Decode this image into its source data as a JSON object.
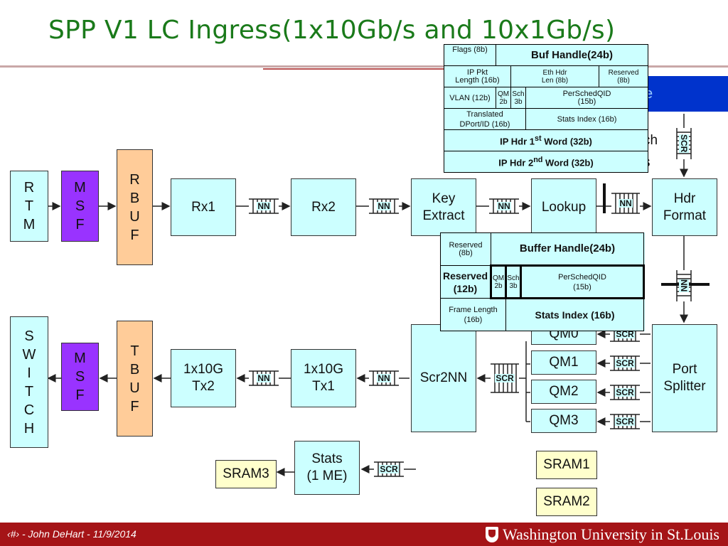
{
  "slide": {
    "title": "SPP V1 LC Ingress(1x10Gb/s and 10x1Gb/s)",
    "footer_left": "‹#› - John DeHart - 11/9/2014",
    "footer_right": "Washington University in St.Louis",
    "colors": {
      "title": "#1a7a1a",
      "footer": "#a51417",
      "block": "#ccffff",
      "msf": "#9933ff",
      "buf": "#ffcc99",
      "sram": "#ffffcc"
    }
  },
  "blocks": {
    "rtm": "R\nT\nM",
    "msf_top": "M\nS\nF",
    "rbuf": "R\nB\nU\nF",
    "rx1": "Rx1",
    "rx2": "Rx2",
    "key_extract": "Key\nExtract",
    "lookup": "Lookup",
    "hdr_format": "Hdr\nFormat",
    "switch": "S\nW\nI\nT\nC\nH",
    "msf_bottom": "M\nS\nF",
    "tbuf": "T\nB\nU\nF",
    "tx2": "1x10G\nTx2",
    "tx1": "1x10G\nTx1",
    "scr2nn": "Scr2NN",
    "qm0": "QM0",
    "qm1": "QM1",
    "qm2": "QM2",
    "qm3": "QM3",
    "port_splitter": "Port\nSplitter",
    "stats": "Stats\n(1 ME)",
    "sram1": "SRAM1",
    "sram2": "SRAM2",
    "sram3": "SRAM3"
  },
  "queues": {
    "nn": "NN",
    "scr": "SCR"
  },
  "hidden_text": {
    "bar": "e",
    "ch": "ch",
    "s": "s"
  },
  "table_top": {
    "flags": "Flags (8b)",
    "buf_handle": "Buf Handle(24b)",
    "ip_pkt_len": "IP Pkt\nLength (16b)",
    "eth_hdr_len": "Eth Hdr\nLen (8b)",
    "reserved": "Reserved\n(8b)",
    "vlan": "VLAN (12b)",
    "qm": "QM\n2b",
    "sch": "Sch\n3b",
    "per_sched_qid": "PerSchedQID\n(15b)",
    "translated_dport": "Translated\nDPort/ID (16b)",
    "stats_index": "Stats Index (16b)",
    "ip_hdr_1_pre": "IP Hdr 1",
    "ip_hdr_1_sup": "st",
    "ip_hdr_1_post": " Word (32b)",
    "ip_hdr_2_pre": "IP Hdr 2",
    "ip_hdr_2_sup": "nd",
    "ip_hdr_2_post": " Word (32b)"
  },
  "table_mid": {
    "reserved_8b": "Reserved\n(8b)",
    "buffer_handle": "Buffer Handle(24b)",
    "reserved_12b": "Reserved\n(12b)",
    "qm": "QM\n2b",
    "sch": "Sch\n3b",
    "per_sched_qid": "PerSchedQID\n(15b)",
    "frame_length": "Frame Length (16b)",
    "stats_index": "Stats Index (16b)"
  }
}
